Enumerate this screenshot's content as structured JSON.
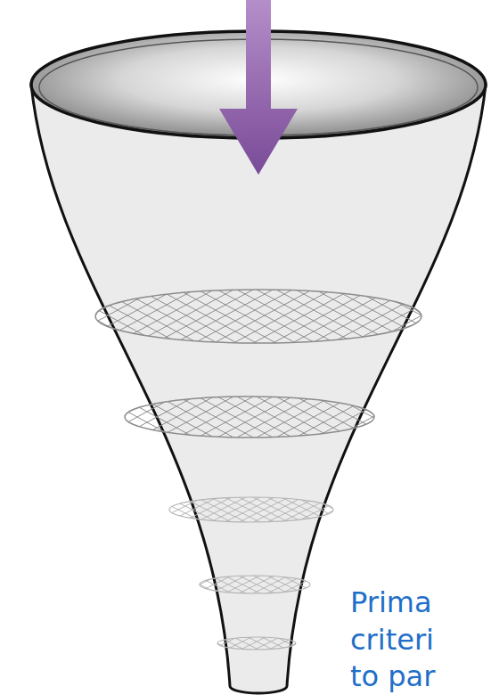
{
  "diagram": {
    "labels": [
      "Prima",
      "criteri",
      "to par"
    ]
  }
}
